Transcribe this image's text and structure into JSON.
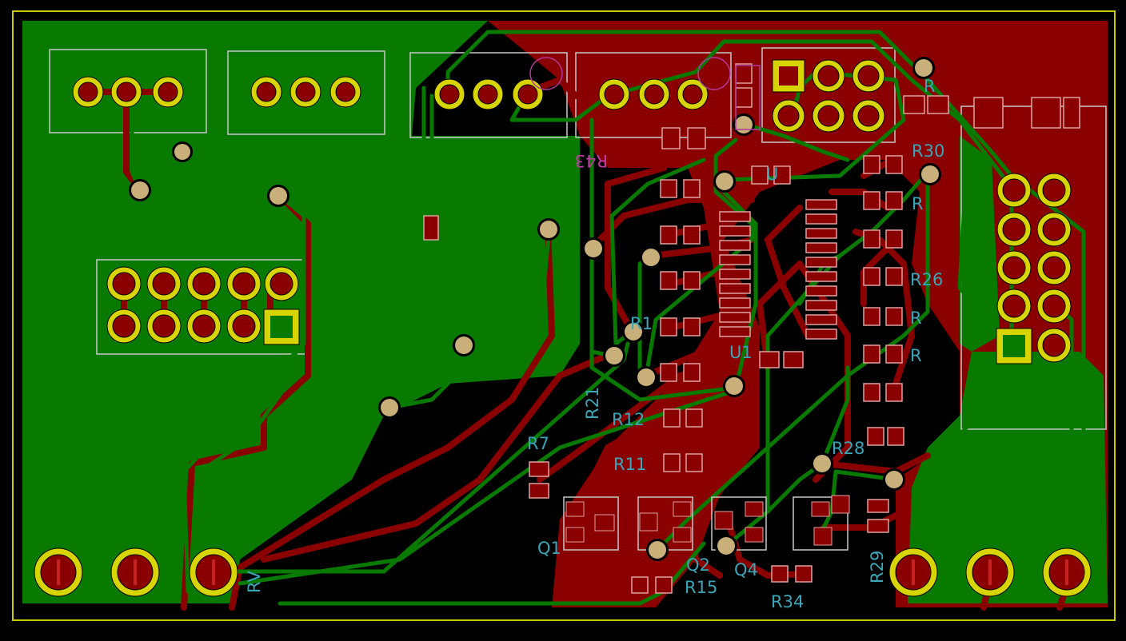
{
  "colors": {
    "background": "#000000",
    "front_copper": "#8a0000",
    "back_copper": "#087a00",
    "pad_ring": "#d8d400",
    "via": "#c9b07a",
    "silkscreen": "#c8c8c8",
    "ref_text": "#3aa6b8",
    "edge_cuts": "#c8c800"
  },
  "refs": {
    "r12": "R12",
    "r11": "R11",
    "r7": "R7",
    "q1": "Q1",
    "q2": "Q2",
    "q4": "Q4",
    "r15": "R15",
    "r34": "R34",
    "r29": "R29",
    "r28": "R28",
    "r30": "R30",
    "r26": "R26",
    "r21": "R21",
    "u1": "U1",
    "r1": "R1",
    "rv": "RV",
    "r_top": "R",
    "r_mid1": "R",
    "r_mid2": "R",
    "r_mid3": "R",
    "u_small": "U",
    "r43": "R43"
  }
}
